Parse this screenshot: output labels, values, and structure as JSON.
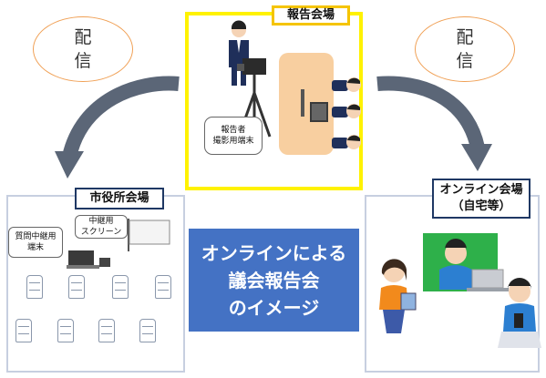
{
  "distribution_left": {
    "line1": "配",
    "line2": "信"
  },
  "distribution_right": {
    "line1": "配",
    "line2": "信"
  },
  "venue_report": {
    "label": "報告会場",
    "callout_line1": "報告者",
    "callout_line2": "撮影用端末"
  },
  "venue_city": {
    "label": "市役所会場",
    "callout_terminal_line1": "質問中継用",
    "callout_terminal_line2": "端末",
    "callout_screen_line1": "中継用",
    "callout_screen_line2": "スクリーン"
  },
  "venue_online": {
    "label_line1": "オンライン会場",
    "label_line2": "（自宅等）"
  },
  "title": {
    "line1": "オンラインによる",
    "line2": "議会報告会",
    "line3": "のイメージ"
  },
  "colors": {
    "report_border": "#fff200",
    "title_bg": "#4472c4",
    "venue_border": "#c7cfe0",
    "label_border": "#1f3864",
    "ellipse_border": "#f0a055",
    "arrow": "#5b6677"
  }
}
